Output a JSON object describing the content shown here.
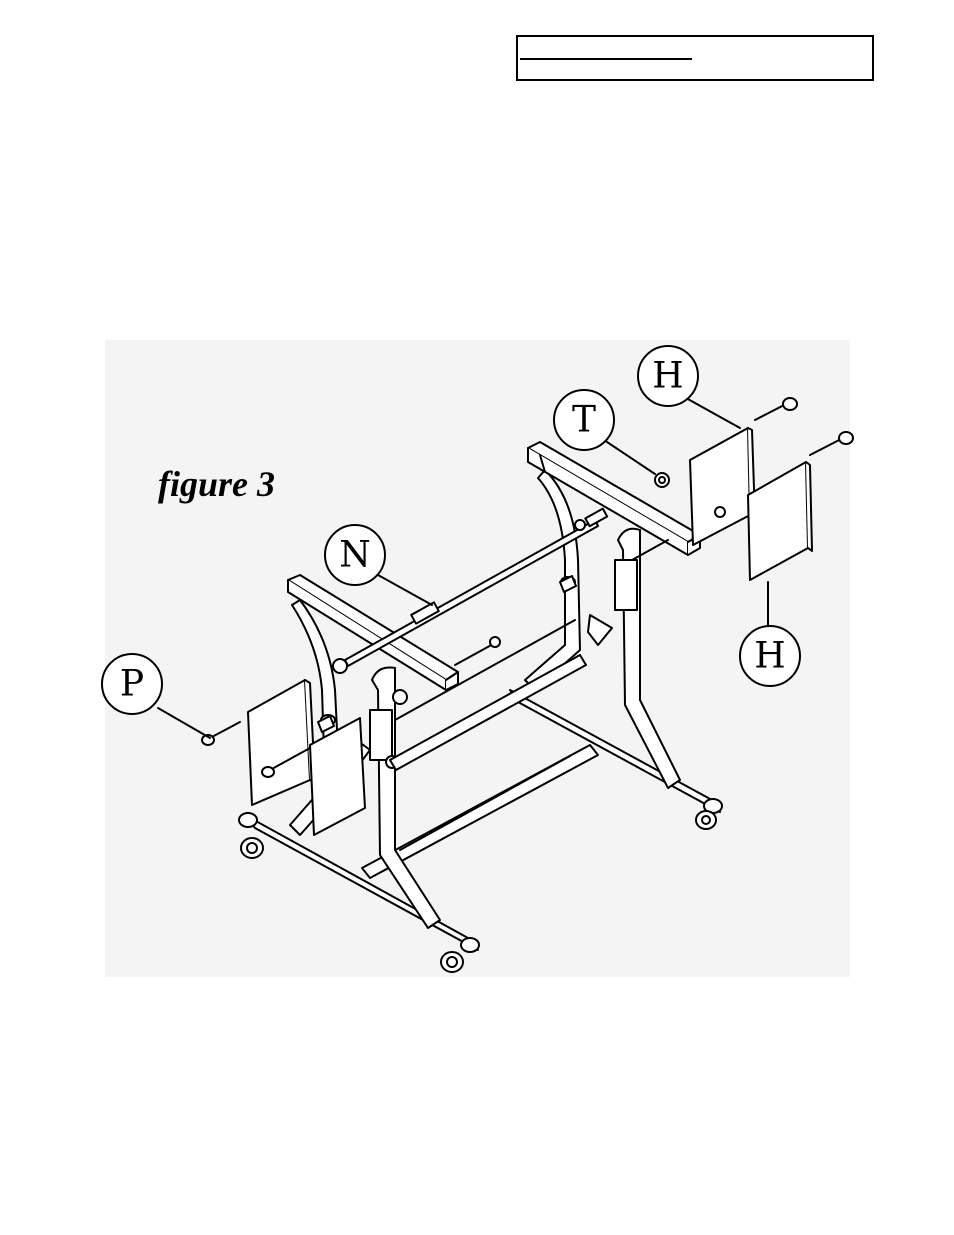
{
  "header": {
    "box_text": ""
  },
  "figure": {
    "label": "figure 3"
  },
  "callouts": [
    {
      "id": "callout-h-top",
      "letter": "H"
    },
    {
      "id": "callout-t",
      "letter": "T"
    },
    {
      "id": "callout-n",
      "letter": "N"
    },
    {
      "id": "callout-p",
      "letter": "P"
    },
    {
      "id": "callout-h-right",
      "letter": "H"
    }
  ],
  "colors": {
    "line": "#000000",
    "panel": "#f4f4f4",
    "part_fill": "#ffffff"
  }
}
